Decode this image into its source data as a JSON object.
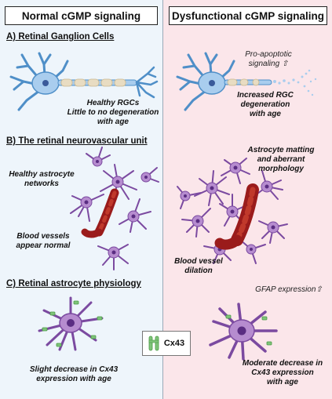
{
  "headers": {
    "left": "Normal cGMP signaling",
    "right": "Dysfunctional cGMP signaling"
  },
  "sections": {
    "a": "A) Retinal Ganglion Cells",
    "b": "B) The retinal neurovascular unit",
    "c": "C) Retinal astrocyte physiology"
  },
  "annotations": {
    "healthy_rgcs": "Healthy RGCs\nLittle to no degeneration\nwith age",
    "pro_apoptotic": "Pro-apoptotic\nsignaling ⇧",
    "increased_rgc": "Increased RGC\ndegeneration\nwith age",
    "healthy_astro": "Healthy astrocyte\nnetworks",
    "blood_normal": "Blood vessels\nappear normal",
    "astro_matting": "Astrocyte matting\nand aberrant\nmorphology",
    "vessel_dilation": "Blood vessel\ndilation",
    "gfap": "GFAP expression⇧",
    "slight_decrease": "Slight decrease in Cx43\nexpression with age",
    "moderate_decrease": "Moderate decrease in\nCx43 expression\nwith age"
  },
  "legend": {
    "label": "Cx43"
  },
  "colors": {
    "neuron_fill": "#a9cdee",
    "neuron_stroke": "#4f8fc8",
    "neuron_nucleus": "#3a5a9a",
    "astro_fill": "#b68ccf",
    "astro_stroke": "#7b4aa0",
    "astro_nucleus": "#5a2d82",
    "vessel": "#9a1b1b",
    "vessel_light": "#c0392b",
    "cx43": "#7fc47a",
    "myelin": "#e8dcc2"
  }
}
